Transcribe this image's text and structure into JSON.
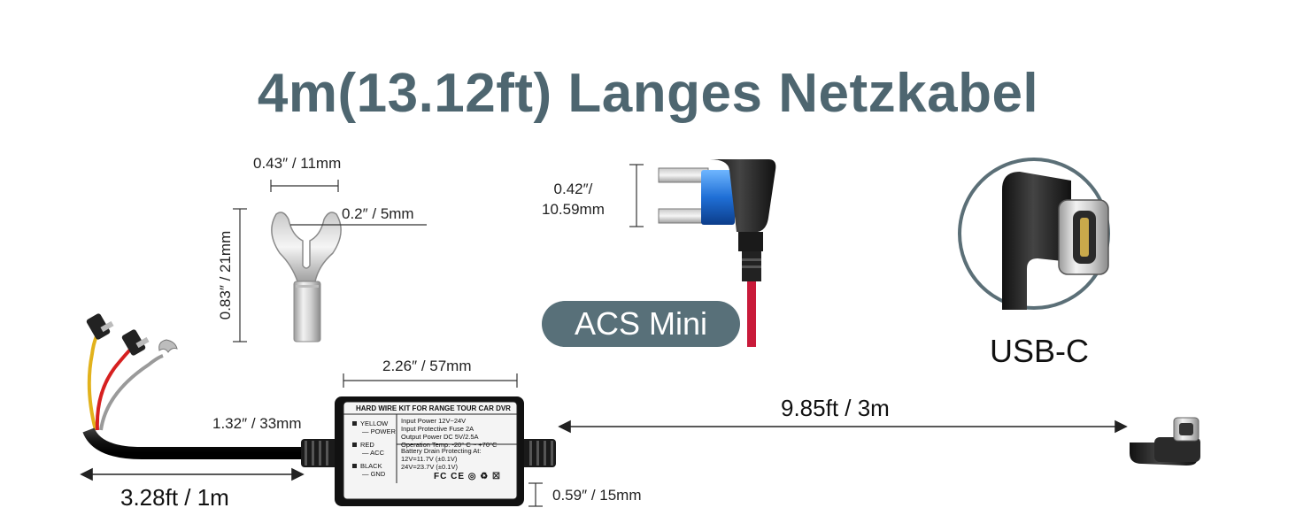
{
  "title": "4m(13.12ft) Langes Netzkabel",
  "fork_terminal": {
    "width_label": "0.43″ / 11mm",
    "slot_label": "0.2″ / 5mm",
    "height_label": "0.83″ / 21mm"
  },
  "fuse_tap": {
    "height_label": "0.42″/\n10.59mm",
    "badge": "ACS Mini"
  },
  "usb_connector": {
    "label": "USB-C"
  },
  "module": {
    "width_label": "2.26″ / 57mm",
    "height_label": "1.32″ / 33mm",
    "thickness_label": "0.59″ / 15mm",
    "header": "HARD WIRE KIT FOR RANGE TOUR CAR DVR",
    "wires": [
      {
        "color": "YELLOW",
        "role": "— POWER"
      },
      {
        "color": "RED",
        "role": "— ACC"
      },
      {
        "color": "BLACK",
        "role": "— GND"
      }
    ],
    "specs": [
      "Input Power 12V~24V",
      "Input Protective Fuse  2A",
      "Output Power DC  5V/2.5A",
      "Operation Temp.  -20° C ~ +70°C"
    ],
    "battery": [
      "Battery Drain Protecting At:",
      "12V=11.7V (±0.1V)",
      "24V=23.7V (±0.1V)"
    ],
    "certs": "FC CE ◎ ♻ ☒"
  },
  "cable": {
    "long_label": "9.85ft / 3m",
    "short_label": "3.28ft / 1m"
  },
  "colors": {
    "title": "#4e6670",
    "badge": "#587079",
    "wire_yellow": "#e2b21c",
    "wire_red": "#d62020",
    "wire_grey": "#9a9a9a",
    "fuse_blue": "#1f6fd6"
  }
}
